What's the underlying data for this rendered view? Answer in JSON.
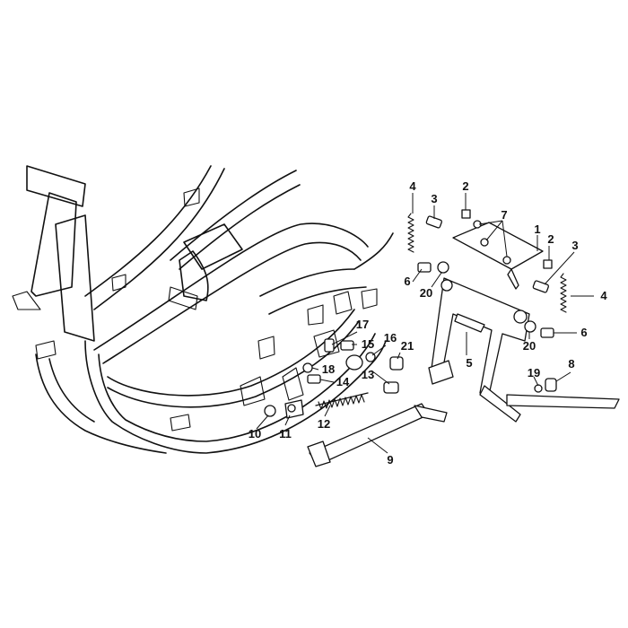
{
  "diagram": {
    "callouts": [
      "2",
      "3",
      "4",
      "7",
      "1",
      "2",
      "3",
      "4",
      "6",
      "20",
      "5",
      "20",
      "6",
      "17",
      "15",
      "16",
      "21",
      "18",
      "13",
      "14",
      "19",
      "8",
      "10",
      "11",
      "12",
      "9"
    ]
  }
}
